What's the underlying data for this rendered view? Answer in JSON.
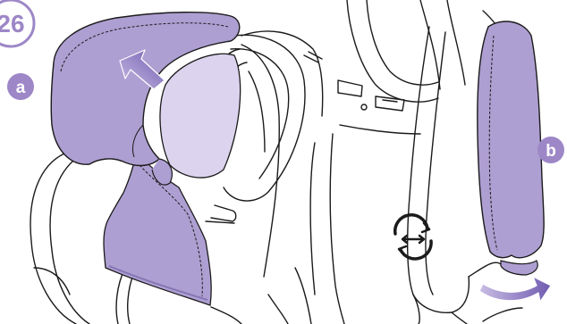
{
  "step_number": "26",
  "callouts": {
    "a": "a",
    "b": "b"
  },
  "colors": {
    "cover": "#ae9fd2",
    "cover_light": "#dcd3ee",
    "cover_edge": "#8576b4",
    "badge": "#9d87c7",
    "line": "#1b1b1b",
    "arrow_gradient_start": "#c9bde4",
    "arrow_gradient_end": "#6f5bb0"
  },
  "icons": [
    "arrow-up-left-icon",
    "rotate-arrows-icon",
    "curved-arrow-right-icon"
  ]
}
